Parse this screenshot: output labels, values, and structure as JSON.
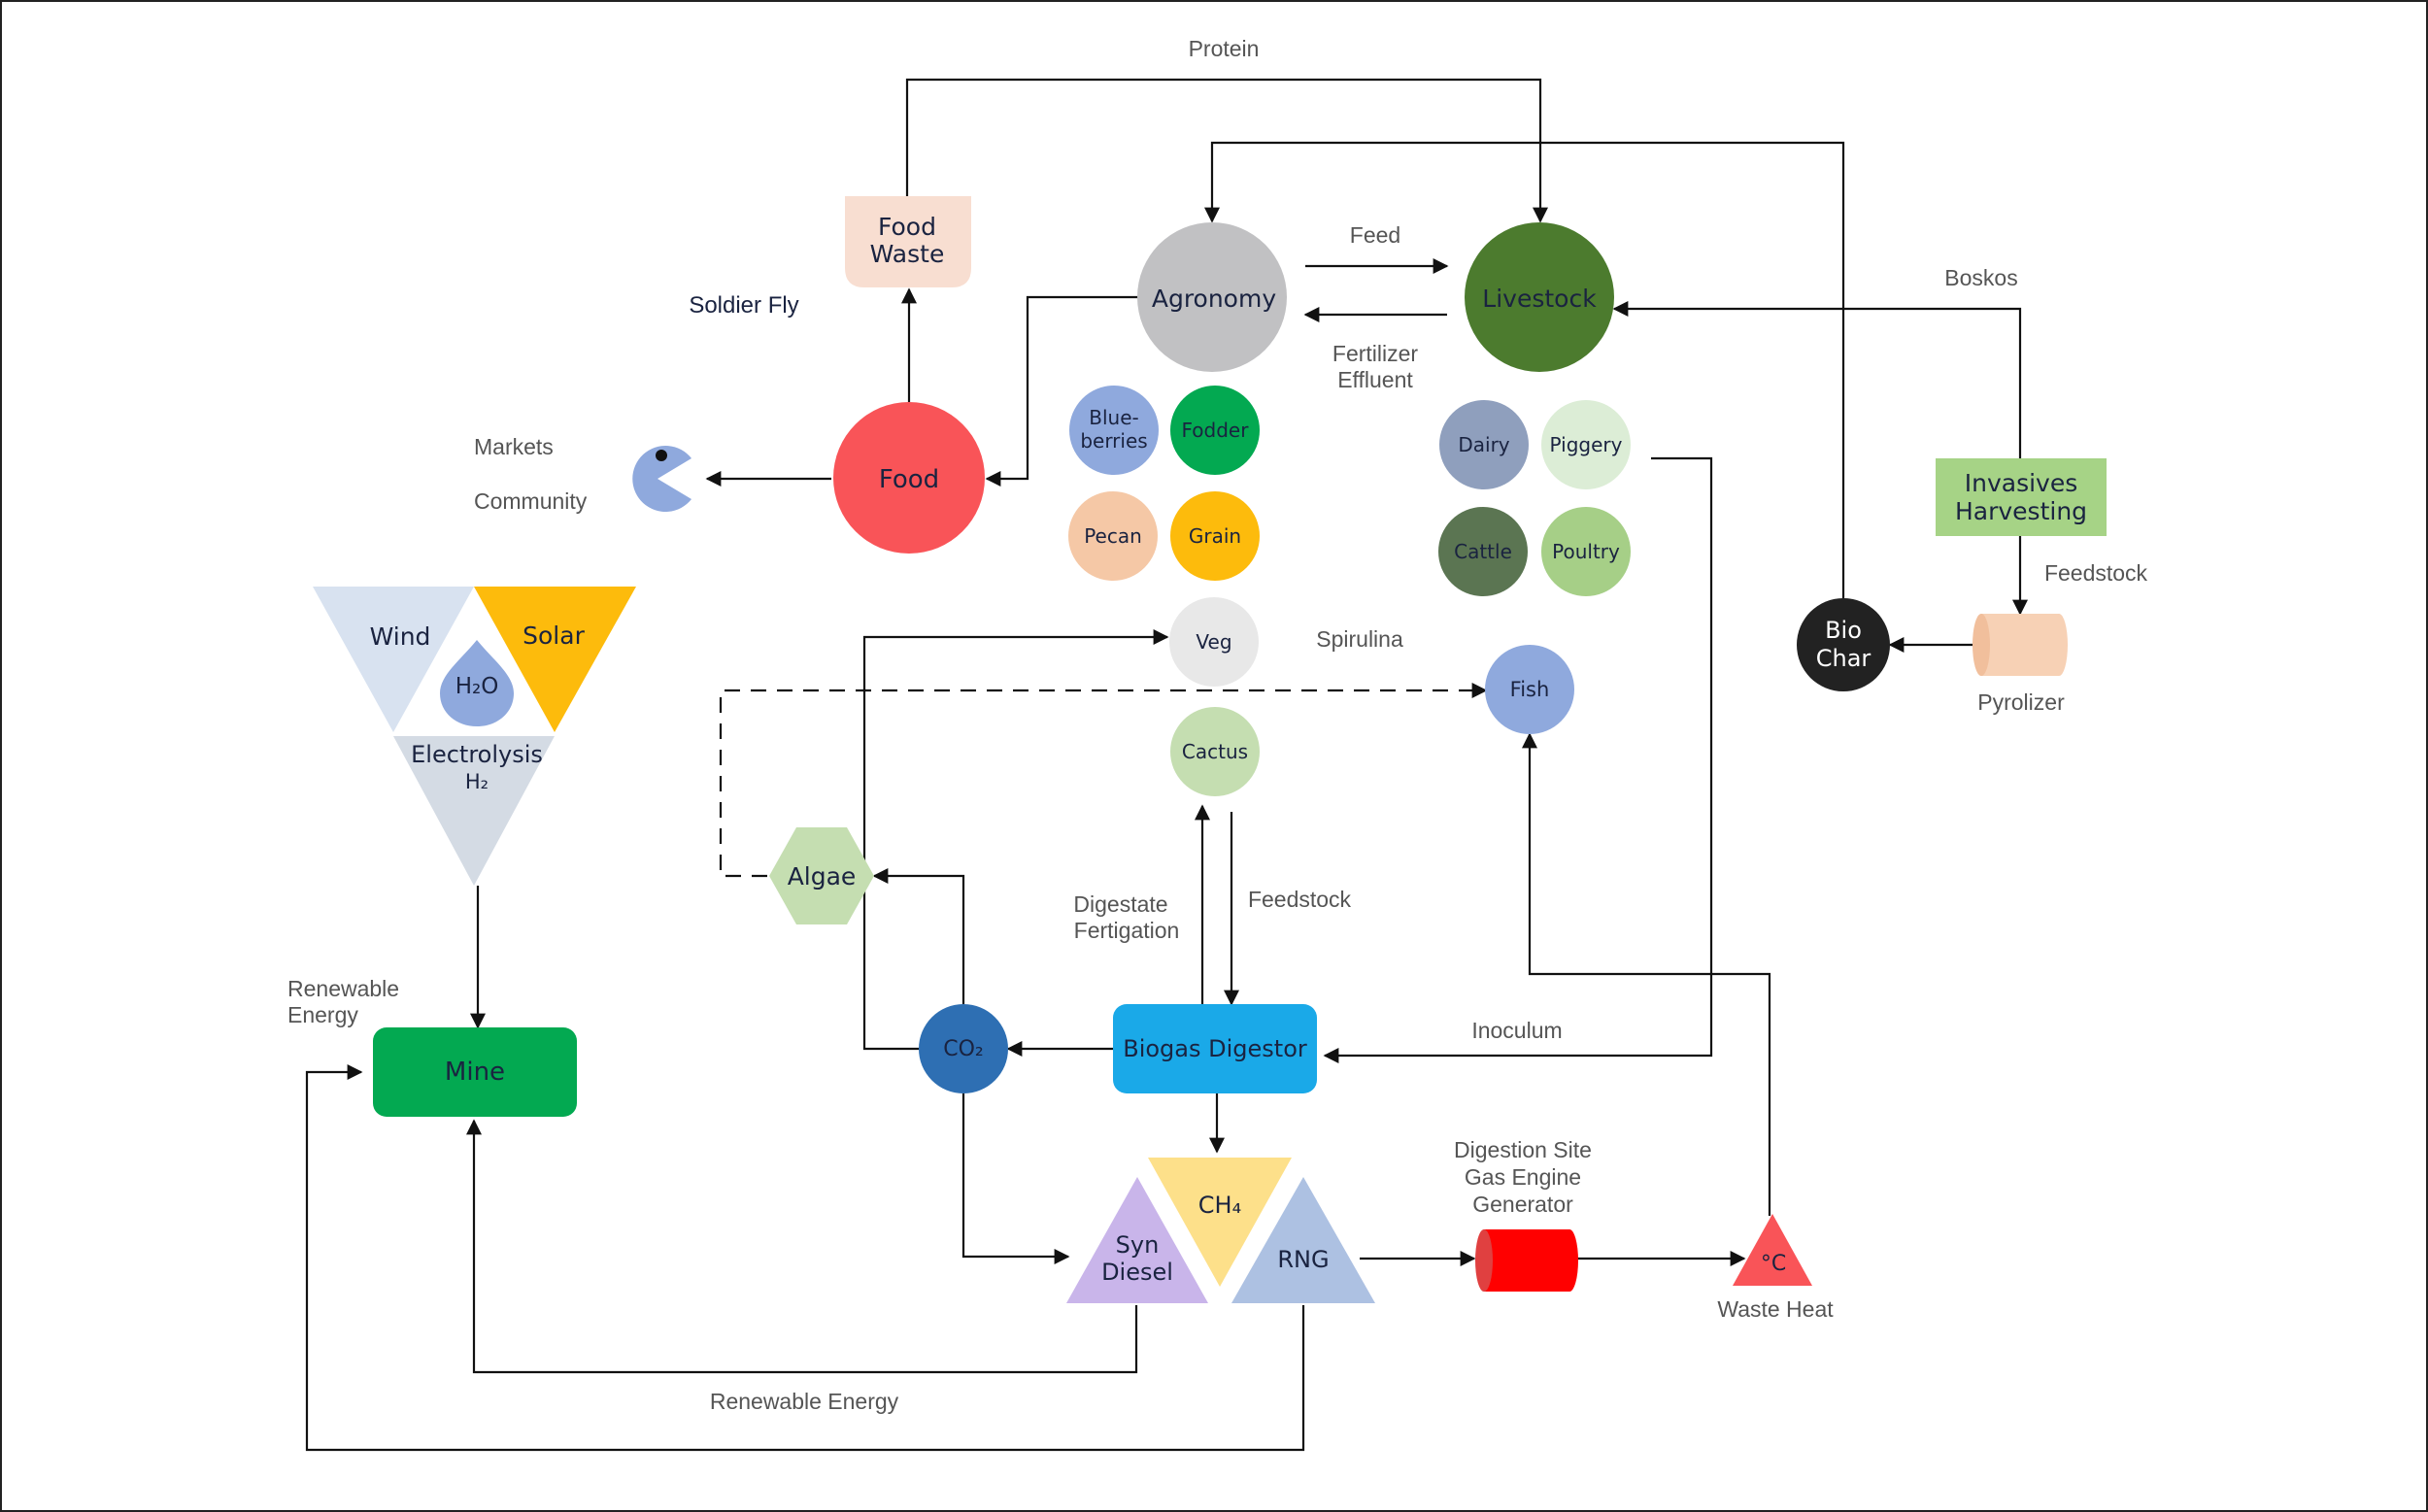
{
  "colors": {
    "food_waste": "#f8ded1",
    "agronomy": "#c1c1c3",
    "livestock": "#4c7b2e",
    "food": "#f95458",
    "blueberries": "#8fa9dd",
    "fodder": "#03a951",
    "pecan": "#f5c8a6",
    "grain": "#fdbb0c",
    "veg": "#e8e8e8",
    "cactus": "#c5deb1",
    "dairy": "#8f9fbd",
    "piggery": "#dcedd6",
    "cattle": "#5b7552",
    "poultry": "#a6cf87",
    "fish": "#8fa9dd",
    "invasives": "#a6d386",
    "pyrolizer": "#f7d1b5",
    "biochar": "#222222",
    "wind": "#d8e2f0",
    "solar": "#fdbb0c",
    "h2o": "#8fa9dd",
    "electrolysis": "#d4dbe4",
    "mine": "#03a951",
    "algae": "#c5deb1",
    "co2": "#2e6fb3",
    "biogas": "#1aa9e8",
    "syn_diesel": "#c9b5ea",
    "ch4": "#fde08a",
    "rng": "#adc1e2",
    "generator": "#ff0000",
    "waste_heat": "#f95458",
    "markets_icon": "#8fa9dd"
  },
  "nodes": {
    "food_waste": [
      "Food",
      "Waste"
    ],
    "agronomy": "Agronomy",
    "livestock": "Livestock",
    "food": "Food",
    "blueberries": [
      "Blue-",
      "berries"
    ],
    "fodder": "Fodder",
    "pecan": "Pecan",
    "grain": "Grain",
    "veg": "Veg",
    "cactus": "Cactus",
    "dairy": "Dairy",
    "piggery": "Piggery",
    "cattle": "Cattle",
    "poultry": "Poultry",
    "fish": "Fish",
    "invasives": [
      "Invasives",
      "Harvesting"
    ],
    "biochar": [
      "Bio",
      "Char"
    ],
    "wind": "Wind",
    "solar": "Solar",
    "h2o": "H₂O",
    "electrolysis": [
      "Electrolysis",
      "H₂"
    ],
    "mine": "Mine",
    "algae": "Algae",
    "co2": "CO₂",
    "biogas": "Biogas Digestor",
    "syn_diesel": [
      "Syn",
      "Diesel"
    ],
    "ch4": "CH₄",
    "rng": "RNG",
    "waste_heat_symbol": "°C"
  },
  "labels": {
    "protein": "Protein",
    "feed": "Feed",
    "fertilizer_effluent": [
      "Fertilizer",
      "Effluent"
    ],
    "boskos": "Boskos",
    "soldier_fly": "Soldier Fly",
    "markets": "Markets",
    "community": "Community",
    "feedstock_pyro": "Feedstock",
    "pyrolizer": "Pyrolizer",
    "spirulina": "Spirulina",
    "digestate_fertigation": [
      "Digestate",
      "Fertigation"
    ],
    "feedstock_digestor": "Feedstock",
    "inoculum": "Inoculum",
    "renewable_energy_top": [
      "Renewable",
      "Energy"
    ],
    "digestion_site": [
      "Digestion Site",
      "Gas Engine",
      "Generator"
    ],
    "waste_heat": "Waste Heat",
    "renewable_energy_bottom": "Renewable Energy"
  },
  "icons": {
    "markets": "pacman-icon",
    "generator": "cylinder-icon",
    "pyrolizer": "cylinder-icon",
    "h2o": "water-drop-icon"
  }
}
